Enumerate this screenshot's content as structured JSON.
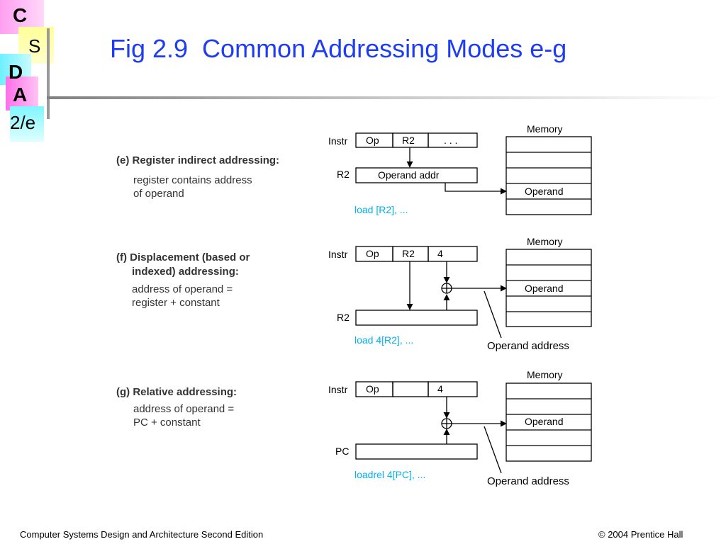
{
  "logo": {
    "c": "C",
    "s": "S",
    "d": "D",
    "a": "A",
    "ed": "2/e"
  },
  "title": "Fig 2.9  Common Addressing Modes e-g",
  "footer": {
    "left": "Computer Systems Design and Architecture Second Edition",
    "right": "© 2004 Prentice Hall"
  },
  "modes": [
    {
      "heading": "(e) Register indirect addressing:",
      "heading2": "",
      "desc1": "register contains address",
      "desc2": "of operand",
      "instr_label": "Instr",
      "fields": [
        "Op",
        "R2",
        ". . ."
      ],
      "reg_label": "R2",
      "reg_text": "Operand addr",
      "memory_label": "Memory",
      "operand_label": "Operand",
      "syntax": "load [R2], ..."
    },
    {
      "heading": "(f) Displacement (based or",
      "heading2": "indexed) addressing:",
      "desc1": "address of operand =",
      "desc2": "register + constant",
      "instr_label": "Instr",
      "fields": [
        "Op",
        "R2",
        "4"
      ],
      "reg_label": "R2",
      "memory_label": "Memory",
      "operand_label": "Operand",
      "address_label": "Operand address",
      "syntax": "load 4[R2], ..."
    },
    {
      "heading": "(g) Relative addressing:",
      "heading2": "",
      "desc1": "address of operand =",
      "desc2": "PC + constant",
      "instr_label": "Instr",
      "fields": [
        "Op",
        "",
        "4"
      ],
      "reg_label": "PC",
      "memory_label": "Memory",
      "operand_label": "Operand",
      "address_label": "Operand address",
      "syntax": "loadrel 4[PC], ..."
    }
  ],
  "colors": {
    "title": "#1f3cf5",
    "syntax": "#00b0f0"
  }
}
